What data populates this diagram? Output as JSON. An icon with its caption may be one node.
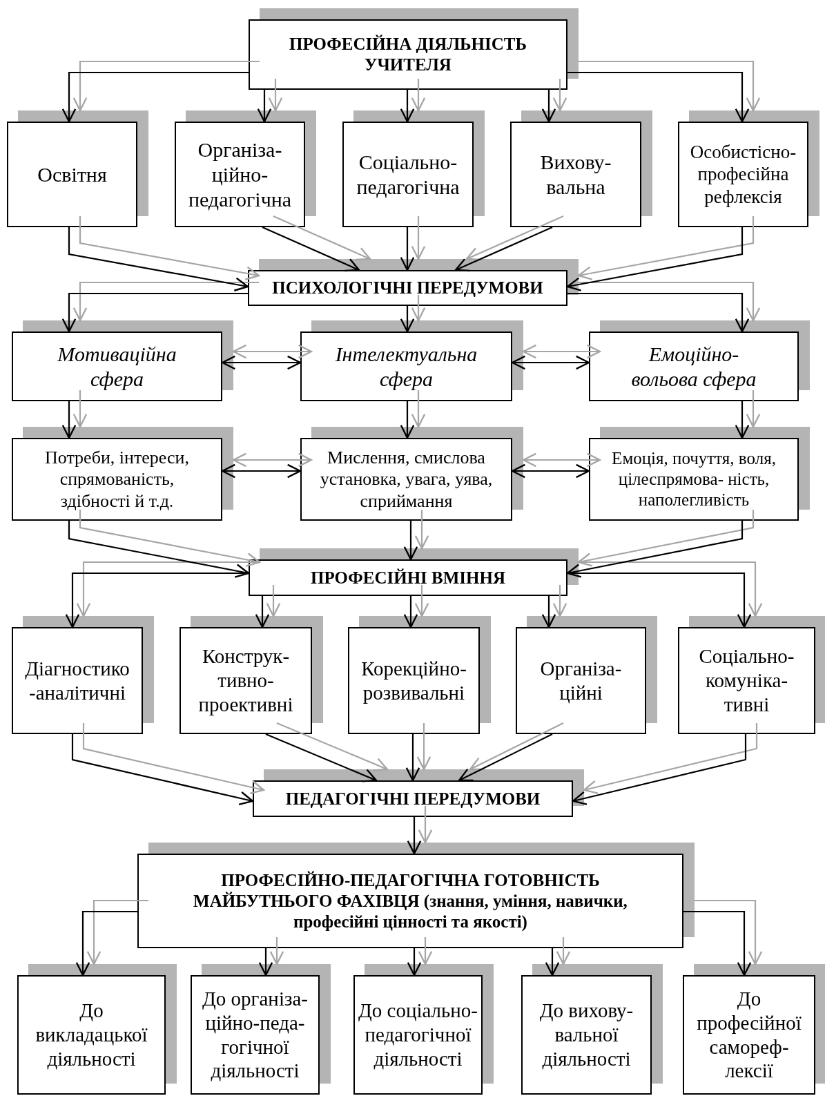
{
  "diagram": {
    "nodes": [
      {
        "text": [
          "ПРОФЕСІЙНА ДІЯЛЬНІСТЬ УЧИТЕЛЯ"
        ]
      },
      {
        "text": [
          "Освітня"
        ]
      },
      {
        "text": [
          "Організа- ційно- педагогічна"
        ]
      },
      {
        "text": [
          "Соціально- педагогічна"
        ]
      },
      {
        "text": [
          "Вихову- вальна"
        ]
      },
      {
        "text": [
          "Особистісно- професійна рефлексія"
        ]
      },
      {
        "text": [
          "ПСИХОЛОГІЧНІ ПЕРЕДУМОВИ"
        ]
      },
      {
        "text": [
          "Мотиваційна сфера"
        ]
      },
      {
        "text": [
          "Інтелектуальна сфера"
        ]
      },
      {
        "text": [
          "Емоційно-вольова сфера"
        ]
      },
      {
        "text": [
          "Потреби, інтереси, спрямованість, здібності й т.д."
        ]
      },
      {
        "text": [
          "Мислення, смислова установка, увага, уява, сприймання"
        ]
      },
      {
        "text": [
          "Емоція, почуття, воля, цілеспрямова- ність, наполегливість"
        ]
      },
      {
        "text": [
          "ПРОФЕСІЙНІ ВМІННЯ"
        ]
      },
      {
        "text": [
          "Діагностико -аналітичні"
        ]
      },
      {
        "text": [
          "Конструк- тивно- проективні"
        ]
      },
      {
        "text": [
          "Корекційно- розвивальні"
        ]
      },
      {
        "text": [
          "Організа- ційні"
        ]
      },
      {
        "text": [
          "Соціально- комуніка- тивні"
        ]
      },
      {
        "text": [
          "ПЕДАГОГІЧНІ ПЕРЕДУМОВИ"
        ]
      },
      {
        "text": [
          "ПРОФЕСІЙНО-ПЕДАГОГІЧНА ГОТОВНІСТЬ МАЙБУТНЬОГО ФАХІВЦЯ (знання, уміння, навички, професійні цінності та якості)"
        ]
      },
      {
        "text": [
          "До викладацької діяльності"
        ]
      },
      {
        "text": [
          "До організа- ційно-педа- гогічної діяльності"
        ]
      },
      {
        "text": [
          "До соціально- педагогічної діяльності"
        ]
      },
      {
        "text": [
          "До вихову- вальної діяльності"
        ]
      },
      {
        "text": [
          "До професійної самореф- лексії"
        ]
      }
    ],
    "edges": [
      {
        "from": 0,
        "to": 1,
        "arrow": "to"
      },
      {
        "from": 0,
        "to": 2,
        "arrow": "to"
      },
      {
        "from": 0,
        "to": 3,
        "arrow": "to"
      },
      {
        "from": 0,
        "to": 4,
        "arrow": "to"
      },
      {
        "from": 0,
        "to": 5,
        "arrow": "to"
      },
      {
        "from": 1,
        "to": 6,
        "arrow": "to"
      },
      {
        "from": 2,
        "to": 6,
        "arrow": "to"
      },
      {
        "from": 3,
        "to": 6,
        "arrow": "to"
      },
      {
        "from": 4,
        "to": 6,
        "arrow": "to"
      },
      {
        "from": 5,
        "to": 6,
        "arrow": "to"
      },
      {
        "from": 6,
        "to": 7,
        "arrow": "to"
      },
      {
        "from": 6,
        "to": 8,
        "arrow": "to"
      },
      {
        "from": 6,
        "to": 9,
        "arrow": "to"
      },
      {
        "from": 7,
        "to": 8,
        "arrow": "both"
      },
      {
        "from": 8,
        "to": 9,
        "arrow": "both"
      },
      {
        "from": 7,
        "to": 10,
        "arrow": "to"
      },
      {
        "from": 8,
        "to": 11,
        "arrow": "to"
      },
      {
        "from": 9,
        "to": 12,
        "arrow": "to"
      },
      {
        "from": 10,
        "to": 11,
        "arrow": "both"
      },
      {
        "from": 11,
        "to": 12,
        "arrow": "both"
      },
      {
        "from": 10,
        "to": 13,
        "arrow": "to"
      },
      {
        "from": 11,
        "to": 13,
        "arrow": "to"
      },
      {
        "from": 12,
        "to": 13,
        "arrow": "to"
      },
      {
        "from": 13,
        "to": 14,
        "arrow": "to"
      },
      {
        "from": 13,
        "to": 15,
        "arrow": "to"
      },
      {
        "from": 13,
        "to": 16,
        "arrow": "to"
      },
      {
        "from": 13,
        "to": 17,
        "arrow": "to"
      },
      {
        "from": 13,
        "to": 18,
        "arrow": "to"
      },
      {
        "from": 14,
        "to": 19,
        "arrow": "to"
      },
      {
        "from": 15,
        "to": 19,
        "arrow": "to"
      },
      {
        "from": 16,
        "to": 19,
        "arrow": "to"
      },
      {
        "from": 17,
        "to": 19,
        "arrow": "to"
      },
      {
        "from": 18,
        "to": 19,
        "arrow": "to"
      },
      {
        "from": 19,
        "to": 20,
        "arrow": "to"
      },
      {
        "from": 20,
        "to": 21,
        "arrow": "to"
      },
      {
        "from": 20,
        "to": 22,
        "arrow": "to"
      },
      {
        "from": 20,
        "to": 23,
        "arrow": "to"
      },
      {
        "from": 20,
        "to": 24,
        "arrow": "to"
      },
      {
        "from": 20,
        "to": 25,
        "arrow": "to"
      },
      {
        "from": 0,
        "to": 1,
        "arrow": "to",
        "color": "#a6a6a6"
      },
      {
        "from": 0,
        "to": 2,
        "arrow": "to",
        "color": "#a6a6a6"
      },
      {
        "from": 0,
        "to": 3,
        "arrow": "to",
        "color": "#a6a6a6"
      },
      {
        "from": 0,
        "to": 4,
        "arrow": "to",
        "color": "#a6a6a6"
      },
      {
        "from": 0,
        "to": 5,
        "arrow": "to",
        "color": "#a6a6a6"
      },
      {
        "from": 1,
        "to": 6,
        "arrow": "to",
        "color": "#a6a6a6"
      },
      {
        "from": 2,
        "to": 6,
        "arrow": "to",
        "color": "#a6a6a6"
      },
      {
        "from": 3,
        "to": 6,
        "arrow": "to",
        "color": "#a6a6a6"
      },
      {
        "from": 4,
        "to": 6,
        "arrow": "to",
        "color": "#a6a6a6"
      },
      {
        "from": 5,
        "to": 6,
        "arrow": "to",
        "color": "#a6a6a6"
      },
      {
        "from": 6,
        "to": 7,
        "arrow": "to",
        "color": "#a6a6a6"
      },
      {
        "from": 6,
        "to": 8,
        "arrow": "to",
        "color": "#a6a6a6"
      },
      {
        "from": 6,
        "to": 9,
        "arrow": "to",
        "color": "#a6a6a6"
      },
      {
        "from": 7,
        "to": 8,
        "arrow": "both",
        "color": "#a6a6a6"
      },
      {
        "from": 8,
        "to": 9,
        "arrow": "both",
        "color": "#a6a6a6"
      },
      {
        "from": 7,
        "to": 10,
        "arrow": "to",
        "color": "#a6a6a6"
      },
      {
        "from": 8,
        "to": 11,
        "arrow": "to",
        "color": "#a6a6a6"
      },
      {
        "from": 9,
        "to": 12,
        "arrow": "to",
        "color": "#a6a6a6"
      },
      {
        "from": 10,
        "to": 11,
        "arrow": "both",
        "color": "#a6a6a6"
      },
      {
        "from": 11,
        "to": 12,
        "arrow": "both",
        "color": "#a6a6a6"
      },
      {
        "from": 10,
        "to": 13,
        "arrow": "to",
        "color": "#a6a6a6"
      },
      {
        "from": 11,
        "to": 13,
        "arrow": "to",
        "color": "#a6a6a6"
      },
      {
        "from": 12,
        "to": 13,
        "arrow": "to",
        "color": "#a6a6a6"
      },
      {
        "from": 13,
        "to": 14,
        "arrow": "to",
        "color": "#a6a6a6"
      },
      {
        "from": 13,
        "to": 15,
        "arrow": "to",
        "color": "#a6a6a6"
      },
      {
        "from": 13,
        "to": 16,
        "arrow": "to",
        "color": "#a6a6a6"
      },
      {
        "from": 13,
        "to": 17,
        "arrow": "to",
        "color": "#a6a6a6"
      },
      {
        "from": 13,
        "to": 18,
        "arrow": "to",
        "color": "#a6a6a6"
      },
      {
        "from": 14,
        "to": 19,
        "arrow": "to",
        "color": "#a6a6a6"
      },
      {
        "from": 15,
        "to": 19,
        "arrow": "to",
        "color": "#a6a6a6"
      },
      {
        "from": 16,
        "to": 19,
        "arrow": "to",
        "color": "#a6a6a6"
      },
      {
        "from": 17,
        "to": 19,
        "arrow": "to",
        "color": "#a6a6a6"
      },
      {
        "from": 18,
        "to": 19,
        "arrow": "to",
        "color": "#a6a6a6"
      },
      {
        "from": 19,
        "to": 20,
        "arrow": "to",
        "color": "#a6a6a6"
      },
      {
        "from": 20,
        "to": 21,
        "arrow": "to",
        "color": "#a6a6a6"
      },
      {
        "from": 20,
        "to": 22,
        "arrow": "to",
        "color": "#a6a6a6"
      },
      {
        "from": 20,
        "to": 23,
        "arrow": "to",
        "color": "#a6a6a6"
      },
      {
        "from": 20,
        "to": 24,
        "arrow": "to",
        "color": "#a6a6a6"
      },
      {
        "from": 20,
        "to": 25,
        "arrow": "to",
        "color": "#a6a6a6"
      }
    ]
  }
}
